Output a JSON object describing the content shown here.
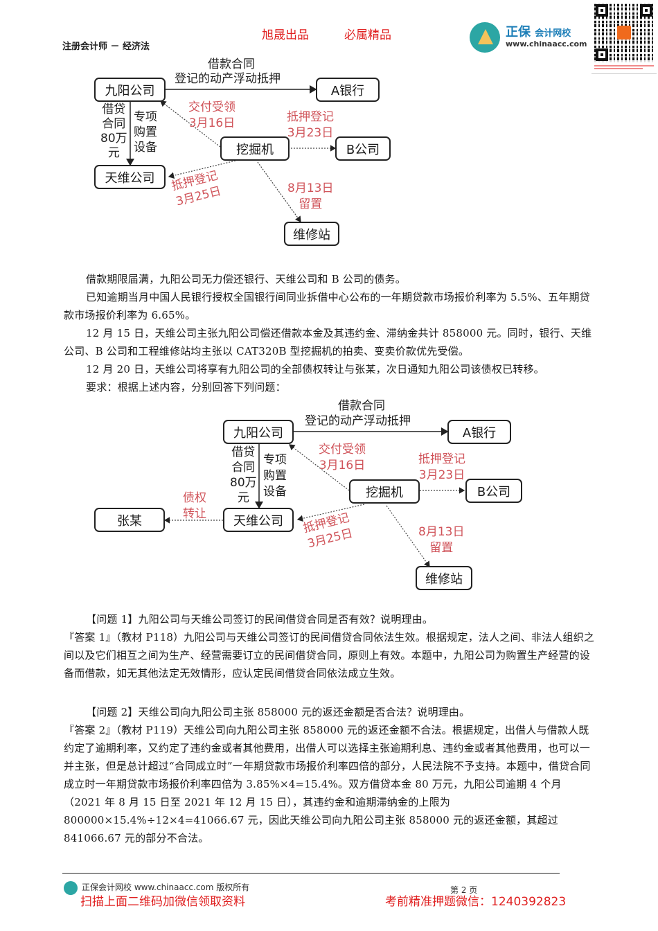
{
  "header": {
    "subject": "注册会计师 － 经济法",
    "slogan_left": "旭晟出品",
    "slogan_right": "必属精品",
    "logo": {
      "name_main": "正保",
      "name_sub": "会计网校",
      "url": "www.chinaacc.com"
    }
  },
  "diagram1": {
    "nodes": {
      "jiuyang": "九阳公司",
      "abank": "A银行",
      "excavator": "挖掘机",
      "bcompany": "B公司",
      "tianwei": "天维公司",
      "repair": "维修站"
    },
    "labels": {
      "top_line1": "借款合同",
      "top_line2": "登记的动产浮动抵押",
      "loan_line1": "借贷",
      "loan_line2": "合同",
      "loan_line3": "80万",
      "loan_line4": "元",
      "purpose_line1": "专项",
      "purpose_line2": "购置",
      "purpose_line3": "设备",
      "delivery_line1": "交付受领",
      "delivery_line2": "3月16日",
      "b_mortgage_line1": "抵押登记",
      "b_mortgage_line2": "3月23日",
      "tw_mortgage_line1": "抵押登记",
      "tw_mortgage_line2": "3月25日",
      "lien_line1": "8月13日",
      "lien_line2": "留置"
    }
  },
  "paragraphs": {
    "p1": "借款期限届满，九阳公司无力偿还银行、天维公司和 B 公司的债务。",
    "p2": "已知逾期当月中国人民银行授权全国银行间同业拆借中心公布的一年期贷款市场报价利率为 5.5%、五年期贷款市场报价利率为 6.65%。",
    "p3": "12 月 15 日，天维公司主张九阳公司偿还借款本金及其违约金、滞纳金共计 858000 元。同时，银行、天维公司、B 公司和工程维修站均主张以 CAT320B 型挖掘机的拍卖、变卖价款优先受偿。",
    "p4": "12 月 20 日，天维公司将享有九阳公司的全部债权转让与张某，次日通知九阳公司该债权已转移。",
    "p5": "要求：根据上述内容，分别回答下列问题："
  },
  "diagram2": {
    "nodes": {
      "jiuyang": "九阳公司",
      "abank": "A银行",
      "excavator": "挖掘机",
      "bcompany": "B公司",
      "tianwei": "天维公司",
      "repair": "维修站",
      "zhang": "张某"
    },
    "labels": {
      "top_line1": "借款合同",
      "top_line2": "登记的动产浮动抵押",
      "loan_line1": "借贷",
      "loan_line2": "合同",
      "loan_line3": "80万",
      "loan_line4": "元",
      "purpose_line1": "专项",
      "purpose_line2": "购置",
      "purpose_line3": "设备",
      "delivery_line1": "交付受领",
      "delivery_line2": "3月16日",
      "b_mortgage_line1": "抵押登记",
      "b_mortgage_line2": "3月23日",
      "tw_mortgage_line1": "抵押登记",
      "tw_mortgage_line2": "3月25日",
      "lien_line1": "8月13日",
      "lien_line2": "留置",
      "transfer_line1": "债权",
      "transfer_line2": "转让"
    }
  },
  "questions": [
    {
      "question": "【问题 1】九阳公司与天维公司签订的民间借贷合同是否有效？说明理由。",
      "answer": "『答案 1』（教材 P118）九阳公司与天维公司签订的民间借贷合同依法生效。根据规定，法人之间、非法人组织之间以及它们相互之间为生产、经营需要订立的民间借贷合同，原则上有效。本题中，九阳公司为购置生产经营的设备而借款，如无其他法定无效情形，应认定民间借贷合同依法成立生效。"
    },
    {
      "question": "【问题 2】天维公司向九阳公司主张 858000 元的返还金额是否合法？说明理由。",
      "answer": "『答案 2』（教材 P119）天维公司向九阳公司主张 858000 元的返还金额不合法。根据规定，出借人与借款人既约定了逾期利率，又约定了违约金或者其他费用，出借人可以选择主张逾期利息、违约金或者其他费用，也可以一并主张，但是总计超过“合同成立时”一年期贷款市场报价利率四倍的部分，人民法院不予支持。本题中，借贷合同成立时一年期贷款市场报价利率四倍为 3.85%×4=15.4%。双方借贷本金 80 万元，九阳公司逾期 4 个月（2021 年 8 月 15 日至 2021 年 12 月 15 日），其违约金和逾期滞纳金的上限为 800000×15.4%÷12×4=41066.67 元，因此天维公司向九阳公司主张 858000 元的返还金额，其超过 841066.67 元的部分不合法。"
    }
  ],
  "footer": {
    "copyright": "正保会计网校 www.chinaacc.com 版权所有",
    "page": "第 2 页",
    "promo_left": "扫描上面二维码加微信领取资料",
    "promo_right": "考前精准押题微信：1240392823"
  },
  "colors": {
    "promo_red": "#e02020",
    "annotation_red": "#d0545a",
    "logo_teal": "#2ca6a4",
    "logo_blue": "#1e7fb8"
  }
}
